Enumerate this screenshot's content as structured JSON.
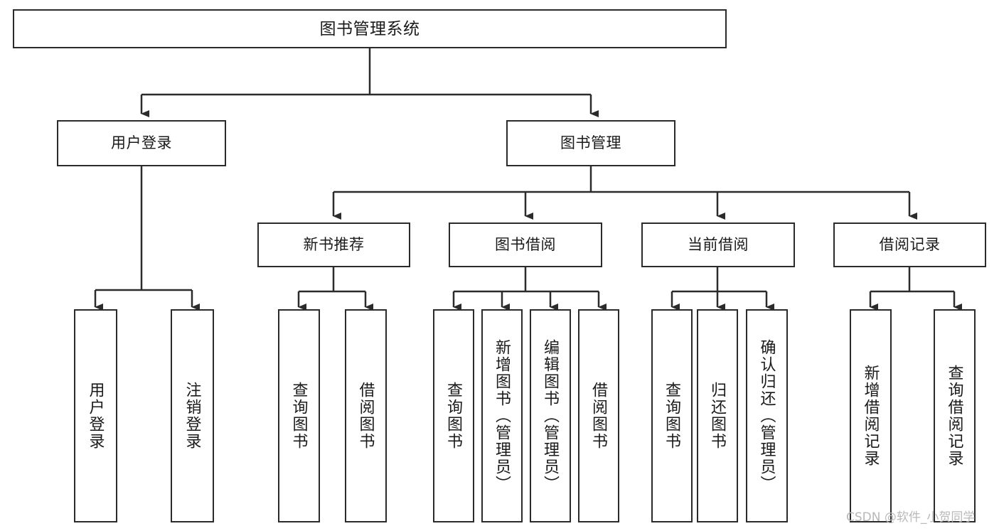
{
  "diagram": {
    "title": "图书管理系统",
    "type": "hierarchy-tree",
    "watermark": "CSDN @软件_小贺同学",
    "colors": {
      "box_border": "#2b2b2b",
      "box_fill": "#ffffff",
      "connector": "#2b2b2b",
      "text": "#1a1a1a",
      "watermark": "#b9b9b9",
      "background": "#ffffff"
    },
    "nodes": {
      "root": {
        "label": "图书管理系统"
      },
      "level2": [
        {
          "label": "用户登录"
        },
        {
          "label": "图书管理"
        }
      ],
      "level3": [
        {
          "label": "新书推荐"
        },
        {
          "label": "图书借阅"
        },
        {
          "label": "当前借阅"
        },
        {
          "label": "借阅记录"
        }
      ],
      "leaves": {
        "user_login": [
          {
            "label": "用户登录"
          },
          {
            "label": "注销登录"
          }
        ],
        "new_book_recommend": [
          {
            "label": "查询图书"
          },
          {
            "label": "借阅图书"
          }
        ],
        "book_borrow": [
          {
            "label": "查询图书"
          },
          {
            "label": "新增图书（管理员）"
          },
          {
            "label": "编辑图书（管理员）"
          },
          {
            "label": "借阅图书"
          }
        ],
        "current_borrow": [
          {
            "label": "查询图书"
          },
          {
            "label": "归还图书"
          },
          {
            "label": "确认归还（管理员）"
          }
        ],
        "borrow_record": [
          {
            "label": "新增借阅记录"
          },
          {
            "label": "查询借阅记录"
          }
        ]
      }
    }
  }
}
